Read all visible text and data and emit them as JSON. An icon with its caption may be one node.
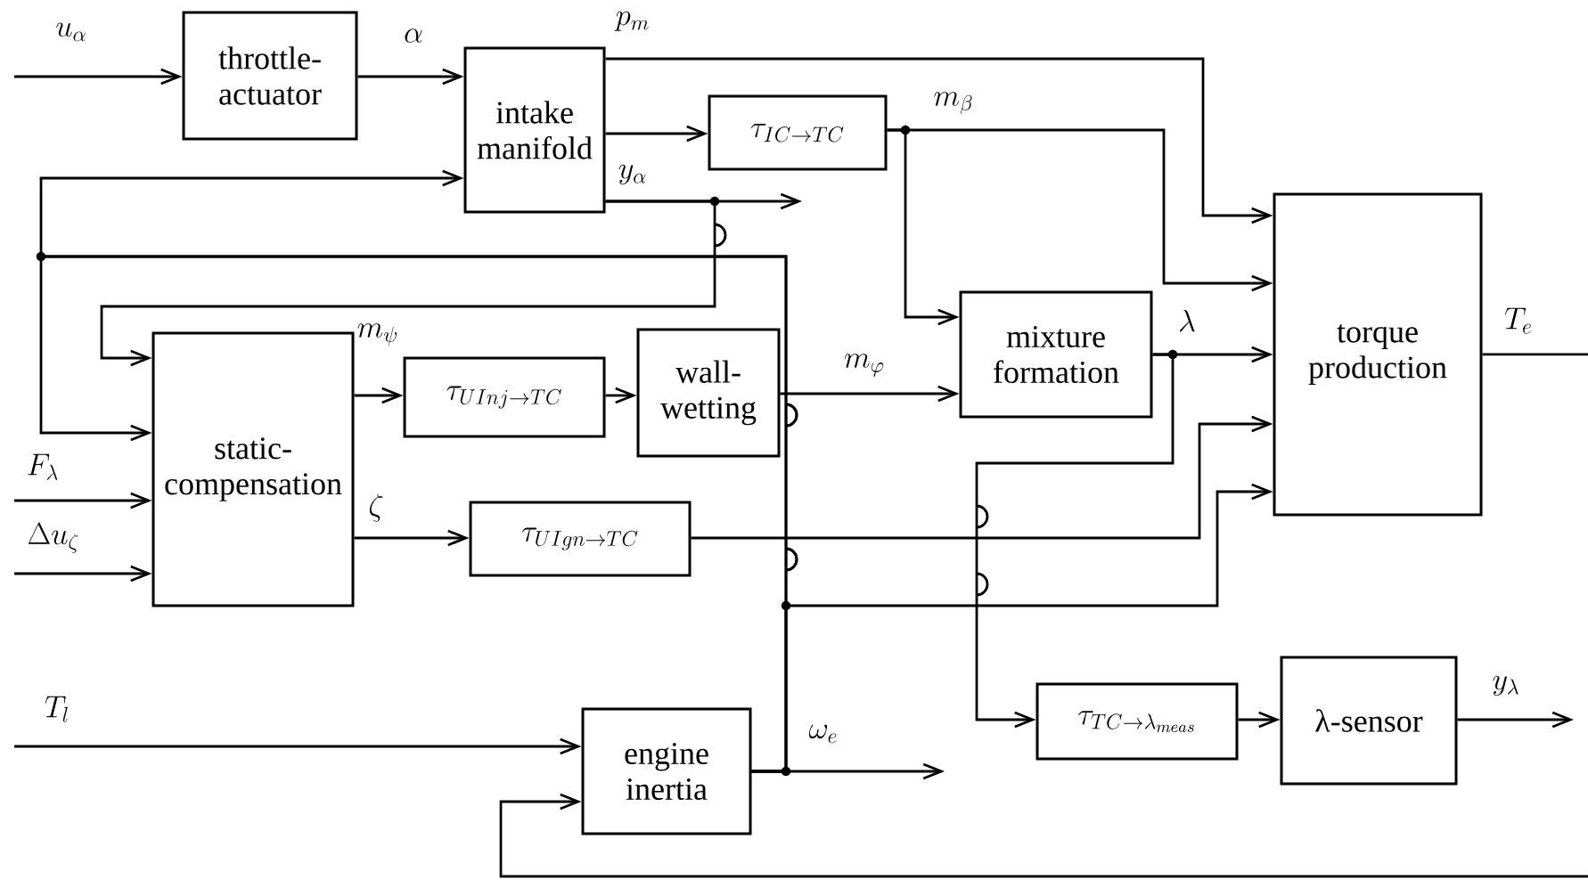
{
  "diagram": {
    "nodes": [
      {
        "text": [
          "throttle-actuator"
        ]
      },
      {
        "text": [
          "intake manifold"
        ]
      },
      {
        "text": [
          "\\tau_{IC\\to TC}"
        ]
      },
      {
        "text": [
          "torque production"
        ]
      },
      {
        "text": [
          "mixture formation"
        ]
      },
      {
        "text": [
          "static-compensation"
        ]
      },
      {
        "text": [
          "\\tau_{UInj\\to TC}"
        ]
      },
      {
        "text": [
          "wall-wetting"
        ]
      },
      {
        "text": [
          "\\tau_{UIgn\\to TC}"
        ]
      },
      {
        "text": [
          "engine inertia"
        ]
      },
      {
        "text": [
          "\\tau_{TC\\to \\lambda_{meas}}"
        ]
      },
      {
        "text": [
          "λ-sensor"
        ]
      }
    ],
    "edges": [
      {
        "from": null,
        "to": 0,
        "arrow": "to",
        "label": "u_\\alpha"
      },
      {
        "from": 0,
        "to": 1,
        "arrow": "to",
        "label": "\\alpha"
      },
      {
        "from": 1,
        "to": 3,
        "arrow": "to",
        "label": "p_m"
      },
      {
        "from": 1,
        "to": 2,
        "arrow": "to"
      },
      {
        "from": 2,
        "to": 4,
        "arrow": "to",
        "label": "m_\\beta"
      },
      {
        "from": 2,
        "to": 3,
        "arrow": "to"
      },
      {
        "from": 1,
        "to": null,
        "arrow": "to",
        "label": "y_\\alpha"
      },
      {
        "from": 1,
        "to": 5,
        "arrow": "to"
      },
      {
        "from": 9,
        "to": null,
        "arrow": "to",
        "label": "\\omega_e"
      },
      {
        "from": 9,
        "to": 1,
        "arrow": "to"
      },
      {
        "from": 9,
        "to": 5,
        "arrow": "to"
      },
      {
        "from": 9,
        "to": 3,
        "arrow": "to"
      },
      {
        "from": 5,
        "to": 6,
        "arrow": "to",
        "label": "m_\\psi"
      },
      {
        "from": 6,
        "to": 7,
        "arrow": "to"
      },
      {
        "from": 7,
        "to": 4,
        "arrow": "to",
        "label": "m_\\varphi"
      },
      {
        "from": 4,
        "to": 3,
        "arrow": "to",
        "label": "\\lambda"
      },
      {
        "from": 4,
        "to": 10,
        "arrow": "to"
      },
      {
        "from": 5,
        "to": 8,
        "arrow": "to",
        "label": "\\zeta"
      },
      {
        "from": 8,
        "to": 3,
        "arrow": "to"
      },
      {
        "from": 10,
        "to": 11,
        "arrow": "to"
      },
      {
        "from": 11,
        "to": null,
        "arrow": "to",
        "label": "y_\\lambda"
      },
      {
        "from": 3,
        "to": null,
        "arrow": "none",
        "label": "T_e"
      },
      {
        "from": null,
        "to": 5,
        "arrow": "to",
        "label": "F_\\lambda"
      },
      {
        "from": null,
        "to": 5,
        "arrow": "to",
        "label": "\\Delta u_\\zeta"
      },
      {
        "from": null,
        "to": 9,
        "arrow": "to",
        "label": "T_l"
      },
      {
        "from": null,
        "to": 9,
        "arrow": "to"
      }
    ]
  }
}
